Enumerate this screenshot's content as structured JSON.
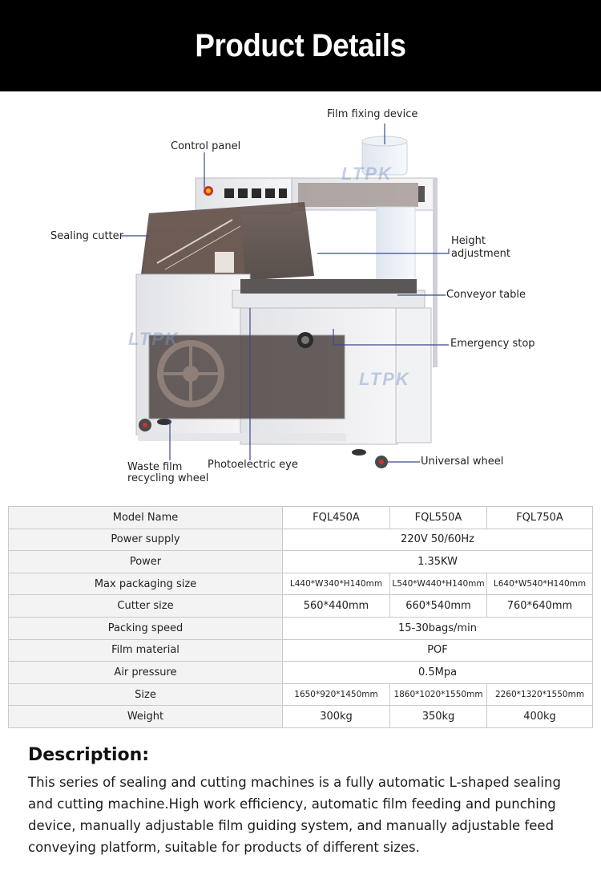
{
  "header": {
    "title": "Product Details"
  },
  "diagram": {
    "watermark": "LTPK",
    "callouts": {
      "film_fixing_device": "Film fixing device",
      "control_panel": "Control panel",
      "sealing_cutter": "Sealing cutter",
      "height_adjustment_line1": "Height",
      "height_adjustment_line2": "adjustment",
      "conveyor_table": "Conveyor table",
      "emergency_stop": "Emergency stop",
      "universal_wheel": "Universal wheel",
      "waste_film_line1": "Waste film",
      "waste_film_line2": "recycling wheel",
      "photoelectric_eye": "Photoelectric eye"
    }
  },
  "spec_table": {
    "header": {
      "name": "Model Name",
      "models": [
        "FQL450A",
        "FQL550A",
        "FQL750A"
      ]
    },
    "rows": {
      "power_supply": {
        "name": "Power supply",
        "value": "220V 50/60Hz"
      },
      "power": {
        "name": "Power",
        "value": "1.35KW"
      },
      "max_packaging_size": {
        "name": "Max packaging size",
        "values": [
          "L440*W340*H140mm",
          "L540*W440*H140mm",
          "L640*W540*H140mm"
        ]
      },
      "cutter_size": {
        "name": "Cutter size",
        "values": [
          "560*440mm",
          "660*540mm",
          "760*640mm"
        ]
      },
      "packing_speed": {
        "name": "Packing speed",
        "value": "15-30bags/min"
      },
      "film_material": {
        "name": "Film material",
        "value": "POF"
      },
      "air_pressure": {
        "name": "Air pressure",
        "value": "0.5Mpa"
      },
      "size": {
        "name": "Size",
        "values": [
          "1650*920*1450mm",
          "1860*1020*1550mm",
          "2260*1320*1550mm"
        ]
      },
      "weight": {
        "name": "Weight",
        "values": [
          "300kg",
          "350kg",
          "400kg"
        ]
      }
    }
  },
  "description": {
    "title": "Description:",
    "text": "This series of sealing and cutting machines is a fully automatic L-shaped sealing and cutting machine.High work efficiency, automatic film feeding and punching device, manually adjustable film guiding system, and manually adjustable feed conveying platform, suitable for products of different sizes."
  }
}
